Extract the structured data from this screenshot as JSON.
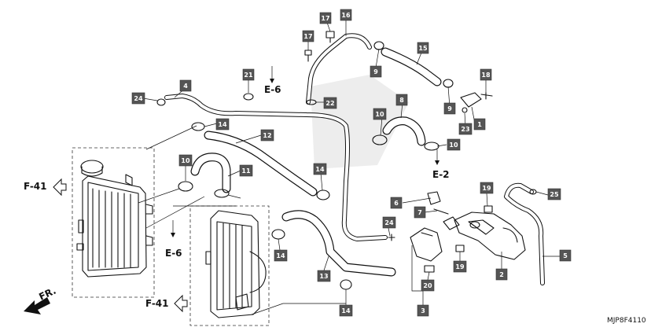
{
  "diagram_code": "MJP8F4110",
  "front_indicator": "FR.",
  "section_refs": {
    "e6_top": "E-6",
    "e6_left": "E-6",
    "e2": "E-2",
    "f41_top": "F-41",
    "f41_bottom": "F-41"
  },
  "callouts": [
    {
      "id": "c-17a",
      "label": "17"
    },
    {
      "id": "c-16",
      "label": "16"
    },
    {
      "id": "c-17b",
      "label": "17"
    },
    {
      "id": "c-9a",
      "label": "9"
    },
    {
      "id": "c-15",
      "label": "15"
    },
    {
      "id": "c-18",
      "label": "18"
    },
    {
      "id": "c-21",
      "label": "21"
    },
    {
      "id": "c-4",
      "label": "4"
    },
    {
      "id": "c-24a",
      "label": "24"
    },
    {
      "id": "c-22",
      "label": "22"
    },
    {
      "id": "c-8",
      "label": "8"
    },
    {
      "id": "c-9b",
      "label": "9"
    },
    {
      "id": "c-23",
      "label": "23"
    },
    {
      "id": "c-1",
      "label": "1"
    },
    {
      "id": "c-14a",
      "label": "14"
    },
    {
      "id": "c-12",
      "label": "12"
    },
    {
      "id": "c-10a",
      "label": "10"
    },
    {
      "id": "c-10b",
      "label": "10"
    },
    {
      "id": "c-10c",
      "label": "10"
    },
    {
      "id": "c-11",
      "label": "11"
    },
    {
      "id": "c-14b",
      "label": "14"
    },
    {
      "id": "c-19a",
      "label": "19"
    },
    {
      "id": "c-25",
      "label": "25"
    },
    {
      "id": "c-6",
      "label": "6"
    },
    {
      "id": "c-7",
      "label": "7"
    },
    {
      "id": "c-24b",
      "label": "24"
    },
    {
      "id": "c-14c",
      "label": "14"
    },
    {
      "id": "c-5",
      "label": "5"
    },
    {
      "id": "c-19b",
      "label": "19"
    },
    {
      "id": "c-2",
      "label": "2"
    },
    {
      "id": "c-13",
      "label": "13"
    },
    {
      "id": "c-20",
      "label": "20"
    },
    {
      "id": "c-3",
      "label": "3"
    },
    {
      "id": "c-14d",
      "label": "14"
    }
  ]
}
